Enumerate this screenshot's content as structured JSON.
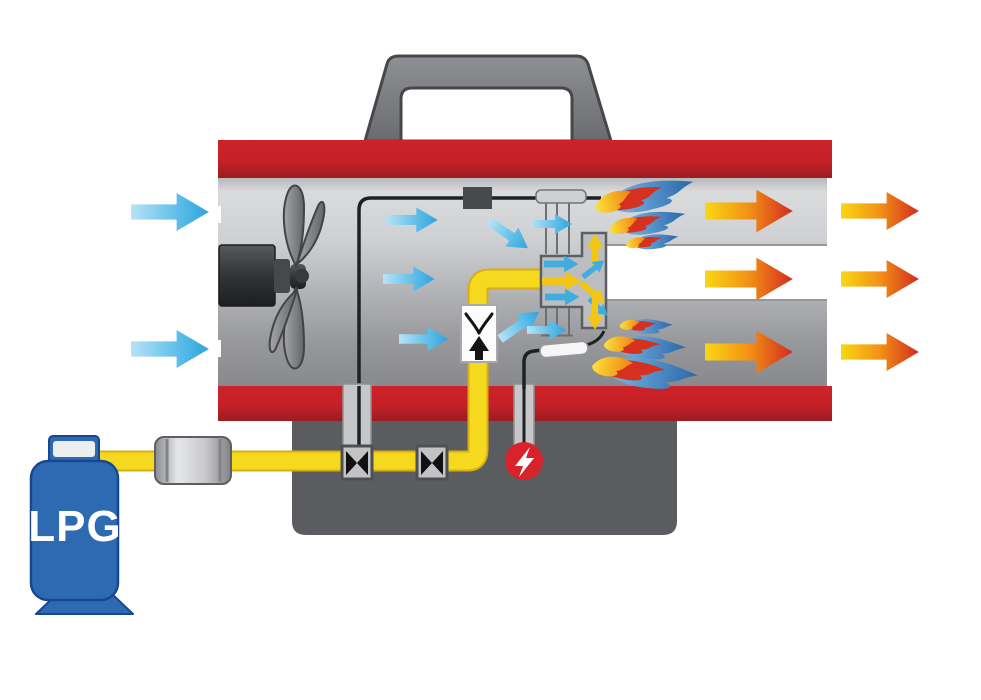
{
  "labels": {
    "tank": "LPG"
  },
  "palette": {
    "background": "#ffffff",
    "body_red": "#c42127",
    "body_red_light": "#cd2229",
    "body_red_dark": "#9a1c22",
    "shell_light": "#dadbdd",
    "shell_mid": "#b2b3b6",
    "shell_dark": "#88898c",
    "housing_gray": "#5b5c5f",
    "handle_gray": "#8f9093",
    "cool_air_blue_light": "#b8e2f5",
    "cool_air_blue": "#2da4dd",
    "mini_blue": "#3fade0",
    "hot_air_yellow": "#f9d715",
    "hot_air_orange": "#f29114",
    "hot_air_red": "#cf2b1e",
    "mini_yellow": "#f2c613",
    "gas_line_yellow": "#f5d91f",
    "gas_line_yellow_dark": "#d9ad13",
    "tank_blue": "#2e6ab2",
    "tank_blue_dark": "#17488f",
    "igniter_red": "#d8232b",
    "flame_yellow": "#fbe23a",
    "flame_orange": "#f07f12",
    "flame_red": "#d6301f",
    "flame_blue_light": "#7cbce9",
    "flame_blue": "#2c66a8",
    "wire_black": "#1f2022",
    "metal_silver": "#e6e7e9"
  },
  "icons": {
    "igniter": "lightning-bolt-icon",
    "fan": "fan-icon",
    "shutoff_valve": "bowtie-valve-icon",
    "check_valve": "one-way-valve-icon",
    "cool_air": "blue-arrow-icon",
    "hot_air": "orange-arrow-icon",
    "flame": "flame-icon"
  },
  "components": {
    "tank": "lpg-gas-cylinder",
    "regulator": "pressure-regulator",
    "hose": "gas-hose",
    "valves": "gas-valves",
    "check_valve": "one-way-valve",
    "igniter": "spark-igniter",
    "electrode": "spark-electrode",
    "sensor": "flame-sensor",
    "fan": "axial-fan",
    "burner": "burner-and-mixing-chamber",
    "body": "heater-barrel",
    "handle": "carry-handle"
  }
}
